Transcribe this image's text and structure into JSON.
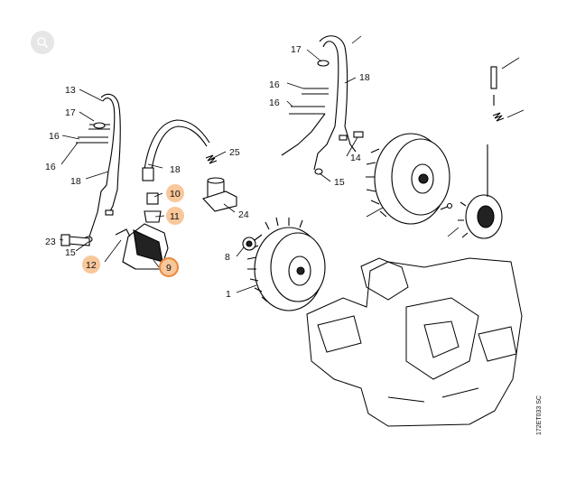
{
  "toolbar": {
    "zoom_icon": "magnifier-icon"
  },
  "colors": {
    "highlight_fill": "#f8c79a",
    "highlight_stroke": "#e8883a",
    "line": "#000000"
  },
  "diagram": {
    "caption": "172ET033 SC",
    "labels": {
      "l13": "13",
      "l17a": "17",
      "l16a": "16",
      "l16b": "16",
      "l18a": "18",
      "l18b": "18",
      "l25": "25",
      "l10": "10",
      "l11": "11",
      "l24": "24",
      "l23": "23",
      "l15a": "15",
      "l12": "12",
      "l9": "9",
      "l17b": "17",
      "l16c": "16",
      "l16d": "16",
      "l18c": "18",
      "l14": "14",
      "l15b": "15",
      "l8": "8",
      "l1": "1"
    }
  }
}
